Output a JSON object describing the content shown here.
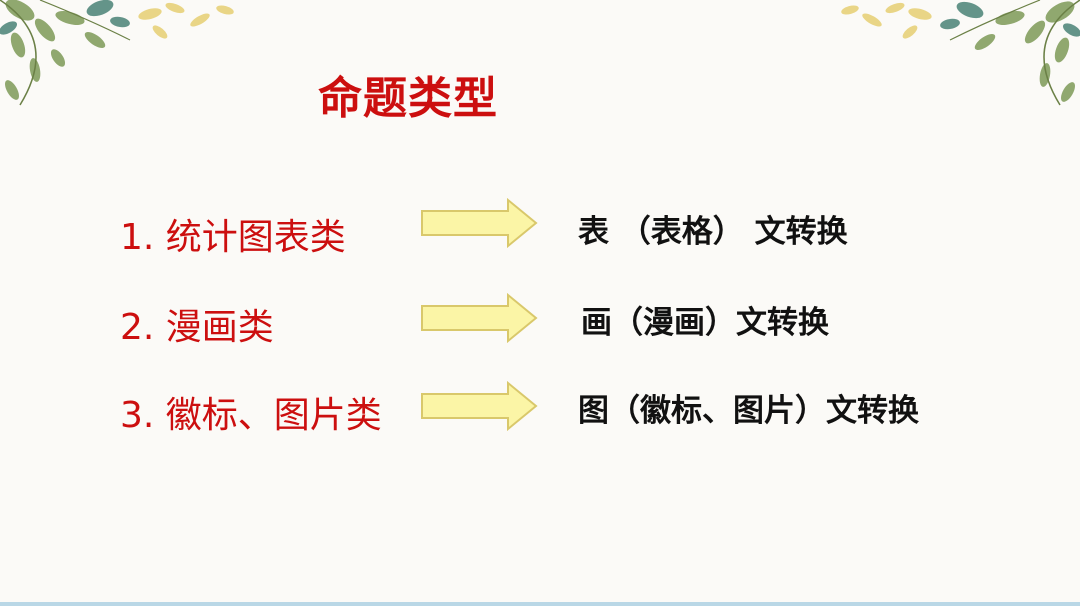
{
  "slide": {
    "title": "命题类型",
    "items": [
      {
        "label": "1. 统计图表类",
        "description": "表 （表格） 文转换"
      },
      {
        "label": "2. 漫画类",
        "description": "画（漫画）文转换"
      },
      {
        "label": "3. 徽标、图片类",
        "description": "图（徽标、图片）文转换"
      }
    ]
  },
  "colors": {
    "title": "#cc0f0f",
    "label": "#cc0f0f",
    "description": "#111111",
    "arrow_fill": "#fbf5a6",
    "arrow_stroke": "#d9c86b",
    "background": "#fbfaf7"
  },
  "icons": [
    "leaf-decoration-icon",
    "right-arrow-icon"
  ]
}
